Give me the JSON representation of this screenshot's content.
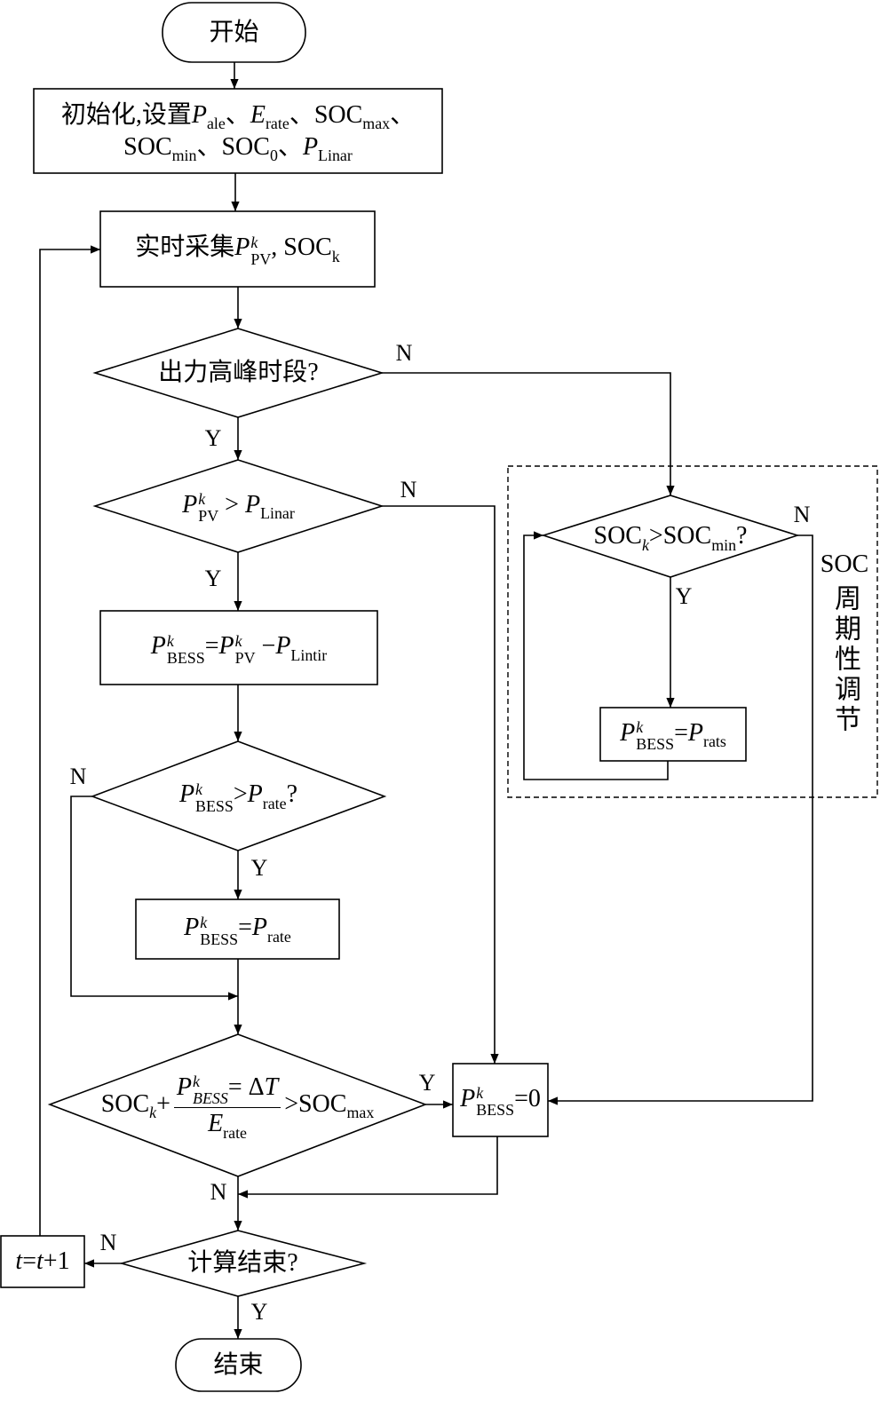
{
  "nodes": {
    "start": {
      "lines": [
        [
          {
            "t": "开始"
          }
        ]
      ]
    },
    "init": {
      "lines": [
        [
          {
            "t": "初始化,设置"
          },
          {
            "t": "P",
            "it": true
          },
          {
            "sub": "ale"
          },
          {
            "t": "、"
          },
          {
            "t": "E",
            "it": true
          },
          {
            "sub": "rate"
          },
          {
            "t": "、SOC"
          },
          {
            "sub": "max"
          },
          {
            "t": "、"
          }
        ],
        [
          {
            "t": "SOC"
          },
          {
            "sub": "min"
          },
          {
            "t": "、SOC"
          },
          {
            "sub": "0"
          },
          {
            "t": "、"
          },
          {
            "t": "P",
            "it": true
          },
          {
            "sub": "Linar"
          }
        ]
      ]
    },
    "collect": {
      "lines": [
        [
          {
            "t": "实时采集"
          },
          {
            "t": "P",
            "it": true
          },
          {
            "sup": "k",
            "sub": "PV"
          },
          {
            "t": ", SOC"
          },
          {
            "sub": "k"
          }
        ]
      ]
    },
    "peak_check": {
      "lines": [
        [
          {
            "t": "出力高峰时段?"
          }
        ]
      ]
    },
    "pv_check": {
      "lines": [
        [
          {
            "t": "P",
            "it": true
          },
          {
            "sup": "k",
            "sub": "PV"
          },
          {
            "t": " > "
          },
          {
            "t": "P",
            "it": true
          },
          {
            "sub": "Linar"
          }
        ]
      ]
    },
    "bess_calc": {
      "lines": [
        [
          {
            "t": "P",
            "it": true
          },
          {
            "sup": "k",
            "sub": "BESS"
          },
          {
            "t": "="
          },
          {
            "t": "P",
            "it": true
          },
          {
            "sup": "k",
            "sub": "PV"
          },
          {
            "t": " −"
          },
          {
            "t": "P",
            "it": true
          },
          {
            "sub": "Lintir"
          }
        ]
      ]
    },
    "rate_check": {
      "lines": [
        [
          {
            "t": "P",
            "it": true
          },
          {
            "sup": "k",
            "sub": "BESS"
          },
          {
            "t": ">"
          },
          {
            "t": "P",
            "it": true
          },
          {
            "sub": "rate"
          },
          {
            "t": "?"
          }
        ]
      ]
    },
    "bess_rate": {
      "lines": [
        [
          {
            "t": "P",
            "it": true
          },
          {
            "sup": "k",
            "sub": "BESS"
          },
          {
            "t": "="
          },
          {
            "t": "P",
            "it": true
          },
          {
            "sub": "rate"
          }
        ]
      ]
    },
    "socmax_check": {
      "lines": [
        [
          {
            "t": "SOC"
          },
          {
            "sub": "k",
            "it": true
          },
          {
            "t": "+"
          },
          {
            "num": [
              {
                "t": "P",
                "it": true
              },
              {
                "sup": "k",
                "sub": "BESS",
                "it": true
              },
              {
                "t": "= Δ"
              },
              {
                "t": "T",
                "it": true
              }
            ],
            "den": [
              {
                "t": "E",
                "it": true
              },
              {
                "sub": "rate"
              }
            ]
          },
          {
            "t": ">SOC"
          },
          {
            "sub": "max"
          }
        ]
      ]
    },
    "bess_zero": {
      "lines": [
        [
          {
            "t": "P",
            "it": true
          },
          {
            "sup": "k",
            "sub": "BESS"
          },
          {
            "t": "=0"
          }
        ]
      ]
    },
    "end_check": {
      "lines": [
        [
          {
            "t": "计算结束?"
          }
        ]
      ]
    },
    "time_step": {
      "lines": [
        [
          {
            "t": "t",
            "it": true
          },
          {
            "t": "="
          },
          {
            "t": "t",
            "it": true
          },
          {
            "t": "+1"
          }
        ]
      ]
    },
    "end": {
      "lines": [
        [
          {
            "t": "结束"
          }
        ]
      ]
    },
    "soc_min_check": {
      "lines": [
        [
          {
            "t": "SOC"
          },
          {
            "sub": "k",
            "it": true
          },
          {
            "t": ">SOC"
          },
          {
            "sub": "min"
          },
          {
            "t": "?"
          }
        ]
      ]
    },
    "bess_rats": {
      "lines": [
        [
          {
            "t": "P",
            "it": true
          },
          {
            "sup": "k",
            "sub": "BESS"
          },
          {
            "t": "="
          },
          {
            "t": "P",
            "it": true
          },
          {
            "sub": "rats"
          }
        ]
      ]
    }
  },
  "edge_labels": {
    "peak_no": "N",
    "peak_yes": "Y",
    "pv_no": "N",
    "pv_yes": "Y",
    "rate_no": "N",
    "rate_yes": "Y",
    "socmax_yes": "Y",
    "socmax_no": "N",
    "end_no": "N",
    "end_yes": "Y",
    "socmin_no": "N",
    "socmin_yes": "Y"
  },
  "group": {
    "label_head": "SOC",
    "label_chars": "周期性调节"
  }
}
